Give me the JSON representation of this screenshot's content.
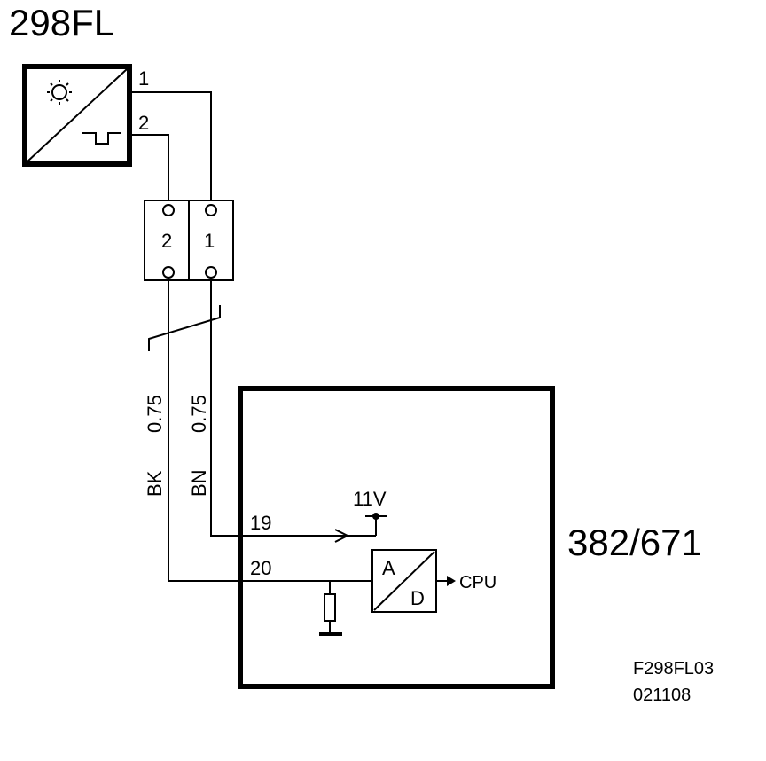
{
  "sensor": {
    "id": "298FL",
    "pin1": "1",
    "pin2": "2",
    "icon": "sun-sensor-icon",
    "signal_icon": "pulse-signal-icon"
  },
  "connector": {
    "pin_left": "2",
    "pin_right": "1"
  },
  "wires": {
    "left": {
      "color": "BK",
      "size": "0.75"
    },
    "right": {
      "color": "BN",
      "size": "0.75"
    }
  },
  "module": {
    "id": "382/671",
    "pin19": "19",
    "pin20": "20",
    "voltage": "11V",
    "adc_top": "A",
    "adc_bottom": "D",
    "cpu_label": "CPU"
  },
  "figure_ref": {
    "code": "F298FL03",
    "date": "021108"
  }
}
